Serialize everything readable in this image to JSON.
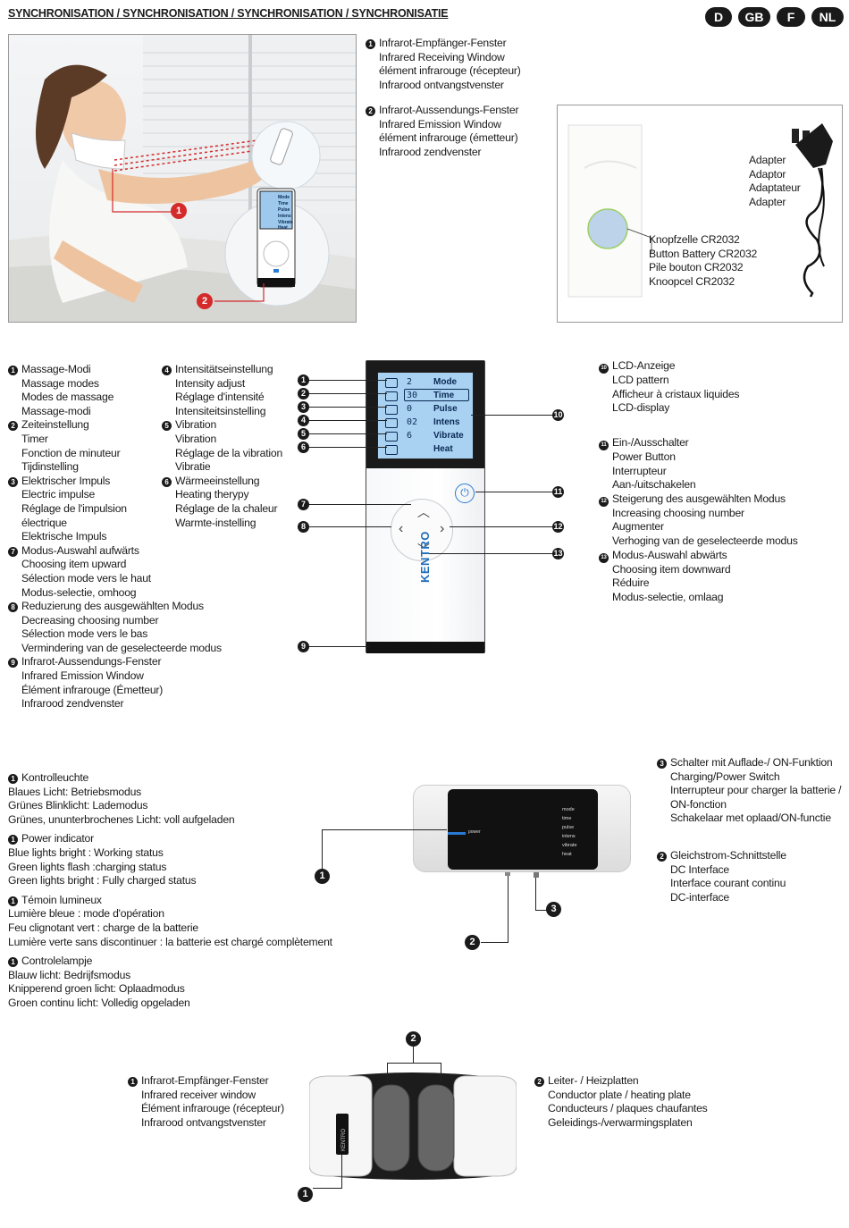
{
  "header": {
    "title": "SYNCHRONISATION / SYNCHRONISATION / SYNCHRONISATION / SYNCHRONISATIE",
    "languages": [
      "D",
      "GB",
      "F",
      "NL"
    ]
  },
  "section1": {
    "items": [
      {
        "num": "1",
        "lines": [
          "Infrarot-Empfänger-Fenster",
          "Infrared Receiving Window",
          "élément infrarouge (récepteur)",
          "Infrarood ontvangstvenster"
        ]
      },
      {
        "num": "2",
        "lines": [
          "Infrarot-Aussendungs-Fenster",
          "Infrared Emission Window",
          "élément infrarouge (émetteur)",
          "Infrarood zendvenster"
        ]
      }
    ],
    "photo_callouts": [
      "1",
      "2"
    ],
    "photo_lcd": [
      "Mode",
      "Time",
      "Pulse",
      "Intens",
      "Vibrate",
      "Heat"
    ]
  },
  "battery": {
    "adapter_lines": [
      "Adapter",
      "Adaptor",
      "Adaptateur",
      "Adapter"
    ],
    "battery_lines": [
      "Knopfzelle CR2032",
      "Button Battery CR2032",
      "Pile bouton CR2032",
      "Knoopcel CR2032"
    ]
  },
  "remote": {
    "lcd_rows": [
      {
        "digits": "2",
        "label": "Mode"
      },
      {
        "digits": "30",
        "label": "Time"
      },
      {
        "digits": "0",
        "label": "Pulse"
      },
      {
        "digits": "02",
        "label": "Intens"
      },
      {
        "digits": "6",
        "label": "Vibrate"
      },
      {
        "digits": "",
        "label": "Heat"
      }
    ],
    "brand": "KENTRO",
    "callouts": [
      "1",
      "2",
      "3",
      "4",
      "5",
      "6",
      "7",
      "8",
      "9",
      "10",
      "11",
      "12",
      "13"
    ]
  },
  "legend_left": [
    {
      "num": "1",
      "lines": [
        "Massage-Modi",
        "Massage modes",
        "Modes de massage",
        "Massage-modi"
      ]
    },
    {
      "num": "2",
      "lines": [
        "Zeiteinstellung",
        "Timer",
        "Fonction de minuteur",
        "Tijdinstelling"
      ]
    },
    {
      "num": "3",
      "lines": [
        "Elektrischer Impuls",
        "Electric impulse",
        "Réglage de l'impulsion",
        "électrique",
        "Elektrische Impuls"
      ]
    },
    {
      "num": "7",
      "lines": [
        "Modus-Auswahl aufwärts",
        "Choosing item upward",
        "Sélection mode vers le haut",
        "Modus-selectie, omhoog"
      ]
    },
    {
      "num": "8",
      "lines": [
        "Reduzierung des ausgewählten Modus",
        "Decreasing choosing number",
        "Sélection mode vers le bas",
        "Vermindering van de geselecteerde modus"
      ]
    },
    {
      "num": "9",
      "lines": [
        "Infrarot-Aussendungs-Fenster",
        "Infrared Emission Window",
        "Élément infrarouge (Émetteur)",
        "Infrarood zendvenster"
      ]
    }
  ],
  "legend_mid": [
    {
      "num": "4",
      "lines": [
        "Intensitätseinstellung",
        "Intensity adjust",
        "Réglage d'intensité",
        "Intensiteitsinstelling"
      ]
    },
    {
      "num": "5",
      "lines": [
        "Vibration",
        "Vibration",
        "Réglage de la vibration",
        "Vibratie"
      ]
    },
    {
      "num": "6",
      "lines": [
        "Wärmeeinstellung",
        "Heating therypy",
        "Réglage de la chaleur",
        "Warmte-instelling"
      ]
    }
  ],
  "legend_right": [
    {
      "num": "10",
      "lines": [
        "LCD-Anzeige",
        "LCD pattern",
        "Afficheur à cristaux liquides",
        "LCD-display"
      ]
    },
    {
      "num": "11",
      "lines": [
        "Ein-/Ausschalter",
        "Power Button",
        "Interrupteur",
        "Aan-/uitschakelen"
      ]
    },
    {
      "num": "12",
      "lines": [
        "Steigerung des ausgewählten Modus",
        "Increasing choosing number",
        "Augmenter",
        "Verhoging van de geselecteerde modus"
      ]
    },
    {
      "num": "13",
      "lines": [
        "Modus-Auswahl abwärts",
        "Choosing item downward",
        "Réduire",
        "Modus-selectie, omlaag"
      ]
    }
  ],
  "indicator": [
    {
      "num": "1",
      "title": "Kontrolleuchte",
      "lines": [
        "Blaues Licht: Betriebsmodus",
        "Grünes Blinklicht: Lademodus",
        "Grünes, ununterbrochenes Licht: voll aufgeladen"
      ]
    },
    {
      "num": "1",
      "title": "Power indicator",
      "lines": [
        "Blue lights bright : Working status",
        "Green lights flash :charging status",
        "Green lights bright : Fully charged status"
      ]
    },
    {
      "num": "1",
      "title": "Témoin lumineux",
      "lines": [
        "Lumière bleue : mode d'opération",
        "Feu clignotant vert : charge de la batterie",
        "Lumière verte sans discontinuer : la batterie est chargé complètement"
      ]
    },
    {
      "num": "1",
      "title": "Controlelampje",
      "lines": [
        "Blauw licht: Bedrijfsmodus",
        "Knipperend groen licht: Oplaadmodus",
        "Groen continu licht: Volledig opgeladen"
      ]
    }
  ],
  "device_panel": {
    "power_label": "power",
    "labels": [
      "mode",
      "time",
      "pulse",
      "intens",
      "vibrate",
      "heat"
    ]
  },
  "device_right": [
    {
      "num": "3",
      "lines": [
        "Schalter mit Auflade-/ ON-Funktion",
        "Charging/Power Switch",
        "Interrupteur pour charger la batterie /",
        "ON-fonction",
        "Schakelaar met oplaad/ON-functie"
      ]
    },
    {
      "num": "2",
      "lines": [
        "Gleichstrom-Schnittstelle",
        "DC Interface",
        "Interface courant continu",
        "DC-interface"
      ]
    }
  ],
  "bottom": {
    "left": {
      "num": "1",
      "lines": [
        "Infrarot-Empfänger-Fenster",
        "Infrared receiver window",
        "Élément infrarouge (récepteur)",
        "Infrarood ontvangstvenster"
      ]
    },
    "right": {
      "num": "2",
      "lines": [
        "Leiter- / Heizplatten",
        "Conductor plate / heating plate",
        "Conducteurs / plaques chaufantes",
        "Geleidings-/verwarmingsplaten"
      ]
    },
    "device_text": "KENTRO"
  }
}
